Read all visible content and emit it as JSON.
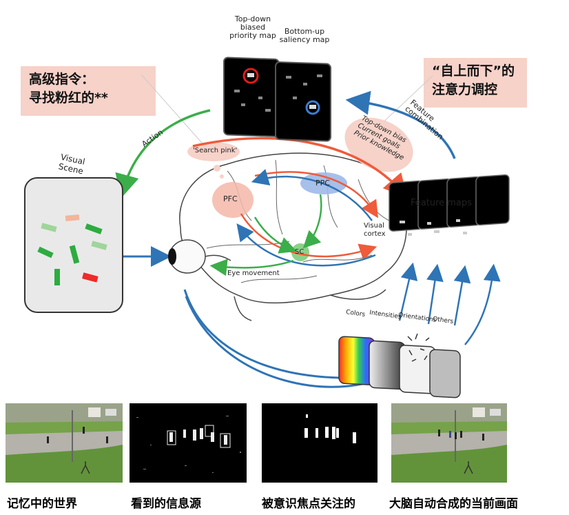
{
  "callouts": {
    "left": [
      "高级指令：",
      "寻找粉红的**"
    ],
    "right": [
      "“自上而下”的",
      "注意力调控"
    ]
  },
  "maps": {
    "top_down_label": [
      "Top-down",
      "biased",
      "priority map"
    ],
    "bottom_up_label": [
      "Bottom-up",
      "saliency map"
    ],
    "feature_maps_label": "Feature maps"
  },
  "scene": {
    "label": [
      "Visual",
      "Scene"
    ]
  },
  "arrows": {
    "action": "Action",
    "feature_combination": [
      "Feature",
      "combination"
    ],
    "search_pink": "'Search pink'",
    "top_down_bias": [
      "Top-down bias",
      "Current goals",
      "Prior knowledge"
    ],
    "eye_movement": "Eye movement"
  },
  "brain": {
    "pfc": "PFC",
    "ppc": "PPC",
    "sc": "SC",
    "visual_cortex": [
      "Visual",
      "cortex"
    ]
  },
  "features": [
    "Colors",
    "Intensities",
    "Orientations",
    "Others"
  ],
  "captions": [
    "记忆中的世界",
    "看到的信息源",
    "被意识焦点关注的",
    "大脑自动合成的当前画面"
  ],
  "colors": {
    "callout_bg": "#f6d2c9",
    "blue_arrow": "#2f74b5",
    "green_arrow": "#3bae4a",
    "red_arrow": "#ef5b3b"
  }
}
